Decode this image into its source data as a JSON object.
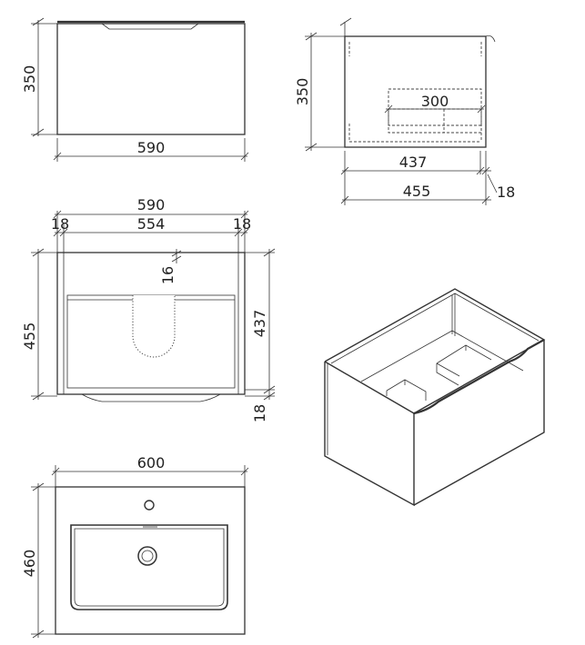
{
  "front_view": {
    "height": "350",
    "width": "590"
  },
  "side_view": {
    "height": "350",
    "cutout": "300",
    "inner_depth": "437",
    "total_depth": "455",
    "panel": "18"
  },
  "top_view": {
    "overall_width": "590",
    "left_panel": "18",
    "inner_width": "554",
    "right_panel": "18",
    "back_gap": "16",
    "depth": "455",
    "inner_depth": "437",
    "front_panel": "18"
  },
  "basin_view": {
    "width": "600",
    "depth": "460"
  }
}
